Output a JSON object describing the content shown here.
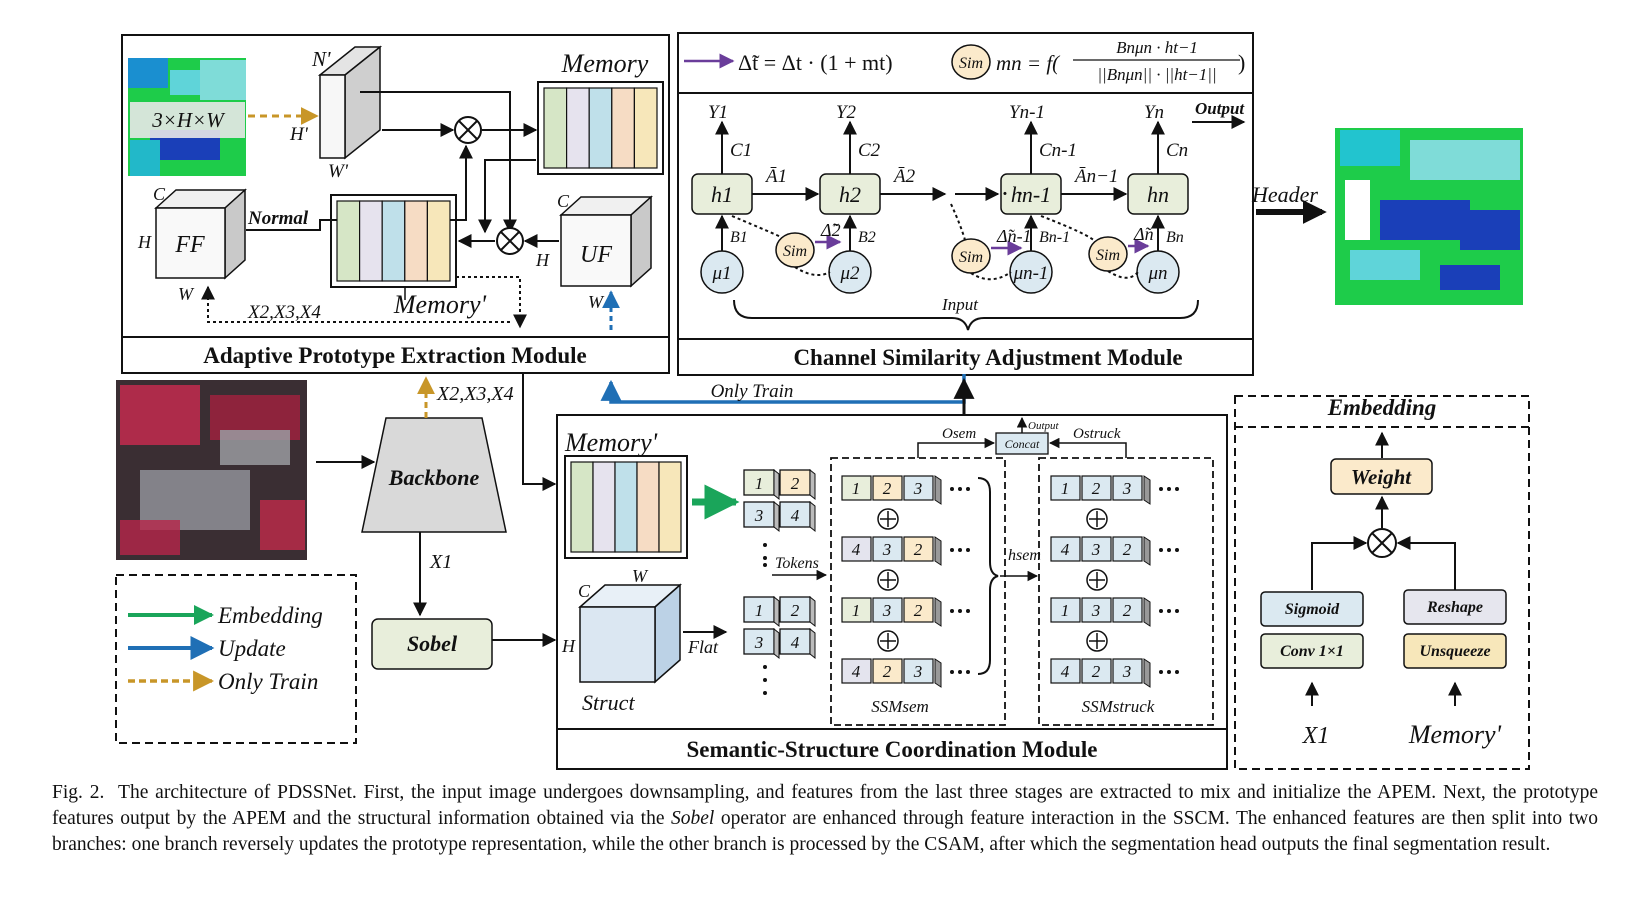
{
  "modules": {
    "apem": "Adaptive Prototype Extraction Module",
    "csam": "Channel Similarity Adjustment Module",
    "sscm": "Semantic-Structure Coordination Module",
    "embedding": "Embedding"
  },
  "apem": {
    "input_dims": "3×H×W",
    "n_prime": "N'",
    "h_prime": "H'",
    "w_prime": "W'",
    "memory": "Memory",
    "memory_prime": "Memory'",
    "ff": "FF",
    "uf": "UF",
    "normal": "Normal",
    "c": "C",
    "h": "H",
    "w": "W",
    "x234": "X2,X3,X4"
  },
  "csam": {
    "formula_delta": "Δ̃t = Δt · (1 + mt)",
    "formula_m_lhs": "mn = f(",
    "formula_m_num": "Bnμn · ht−1",
    "formula_m_den": "||Bnμn|| · ||ht−1||",
    "formula_m_rhs": ")",
    "sim": "Sim",
    "output": "Output",
    "input": "Input",
    "header": "Header",
    "dots": "· · ·",
    "cells": [
      {
        "h": "h1",
        "y": "Y1",
        "c": "C1",
        "b": "B1",
        "mu": "μ1",
        "a": "Ā1",
        "d": "Δ̃2"
      },
      {
        "h": "h2",
        "y": "Y2",
        "c": "C2",
        "b": "B2",
        "mu": "μ2",
        "a": "Ā2",
        "d": ""
      },
      {
        "h": "hn-1",
        "y": "Yn-1",
        "c": "Cn-1",
        "b": "Bn-1",
        "mu": "μn-1",
        "a": "Ān−1",
        "d": "Δ̃n-1"
      },
      {
        "h": "hn",
        "y": "Yn",
        "c": "Cn",
        "b": "Bn",
        "mu": "μn",
        "a": "",
        "d": "Δ̃n"
      }
    ]
  },
  "main": {
    "backbone": "Backbone",
    "sobel": "Sobel",
    "x1": "X1",
    "x234": "X2,X3,X4",
    "only_train": "Only Train"
  },
  "legend": [
    {
      "label": "Embedding",
      "color": "#1aa55a"
    },
    {
      "label": "Update",
      "color": "#1f6fb5"
    },
    {
      "label": "Only Train",
      "color": "#c89628"
    }
  ],
  "sscm": {
    "memory_prime": "Memory'",
    "struct": "Struct",
    "c": "C",
    "w": "W",
    "h": "H",
    "flat": "Flat",
    "tokens": "Tokens",
    "concat": "Concat",
    "output": "Output",
    "o_sem": "Osem",
    "o_struck": "Ostruck",
    "h_sem": "hsem",
    "ssm_sem": "SSMsem",
    "ssm_struck": "SSMstruck",
    "token_nums": [
      "1",
      "2",
      "3",
      "4"
    ],
    "sem_rows": [
      [
        "1",
        "2",
        "3"
      ],
      [
        "4",
        "3",
        "2"
      ],
      [
        "1",
        "3",
        "2"
      ],
      [
        "4",
        "2",
        "3"
      ]
    ],
    "struck_rows": [
      [
        "1",
        "2",
        "3"
      ],
      [
        "4",
        "3",
        "2"
      ],
      [
        "1",
        "3",
        "2"
      ],
      [
        "4",
        "2",
        "3"
      ]
    ]
  },
  "embedding": {
    "weight": "Weight",
    "sigmoid": "Sigmoid",
    "conv": "Conv 1×1",
    "reshape": "Reshape",
    "unsqueeze": "Unsqueeze",
    "x1": "X1",
    "memory_prime": "Memory'"
  },
  "colors": {
    "stripes": [
      "#d6e6c6",
      "#e6e3ee",
      "#bfe0ea",
      "#f6dcc4",
      "#f7e7ba"
    ],
    "embedding": "#1aa55a",
    "update": "#1f6fb5",
    "only_train": "#c89628",
    "sim_fill": "#fbeacb",
    "node_fill": "#e8eedb",
    "mu_fill": "#dbe9f1"
  },
  "caption": {
    "fig": "Fig. 2.",
    "part1": "The architecture of PDSSNet. First, the input image undergoes downsampling, and features from the last three stages are extracted to mix and initialize the APEM. Next, the prototype features output by the APEM and the structural information obtained via the ",
    "sobel": "Sobel",
    "part2": " operator are enhanced through feature interaction in the SSCM. The enhanced features are then split into two branches: one branch reversely updates the prototype representation, while the other branch is processed by the CSAM, after which the segmentation head outputs the final segmentation result."
  }
}
